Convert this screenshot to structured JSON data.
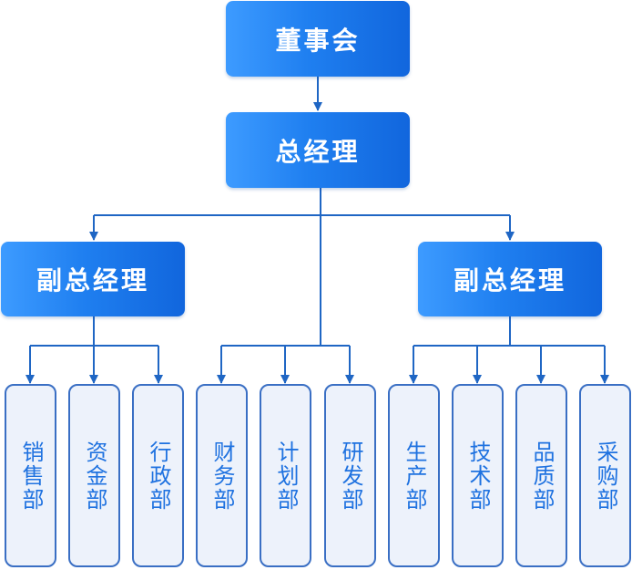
{
  "board": {
    "label": "董事会"
  },
  "ceo": {
    "label": "总经理"
  },
  "vp_left": {
    "label": "副总经理"
  },
  "vp_right": {
    "label": "副总经理"
  },
  "departments": [
    {
      "label": "销售部"
    },
    {
      "label": "资金部"
    },
    {
      "label": "行政部"
    },
    {
      "label": "财务部"
    },
    {
      "label": "计划部"
    },
    {
      "label": "研发部"
    },
    {
      "label": "生产部"
    },
    {
      "label": "技术部"
    },
    {
      "label": "品质部"
    },
    {
      "label": "采购部"
    }
  ],
  "colors": {
    "node_gradient_start": "#3d9bff",
    "node_gradient_end": "#1166dd",
    "connector": "#1f66c4",
    "dept_border": "#3a6fc4",
    "dept_fill": "#edf2fb",
    "dept_text": "#1f72e0"
  }
}
